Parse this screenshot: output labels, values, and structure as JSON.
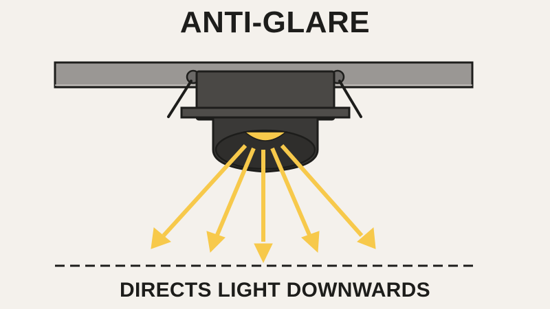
{
  "title": "ANTI-GLARE",
  "caption": "DIRECTS LIGHT DOWNWARDS",
  "colors": {
    "background": "#f4f1ec",
    "ceiling": "#9a9794",
    "fixture_body": "#4a4845",
    "fixture_dark": "#3a3937",
    "outline": "#1d1d1b",
    "light": "#f7c94b"
  },
  "diagram": {
    "elements": [
      "ceiling-panel",
      "downlight-fixture",
      "spring-clips",
      "light-rays",
      "floor-line"
    ],
    "ray_count": 5
  }
}
